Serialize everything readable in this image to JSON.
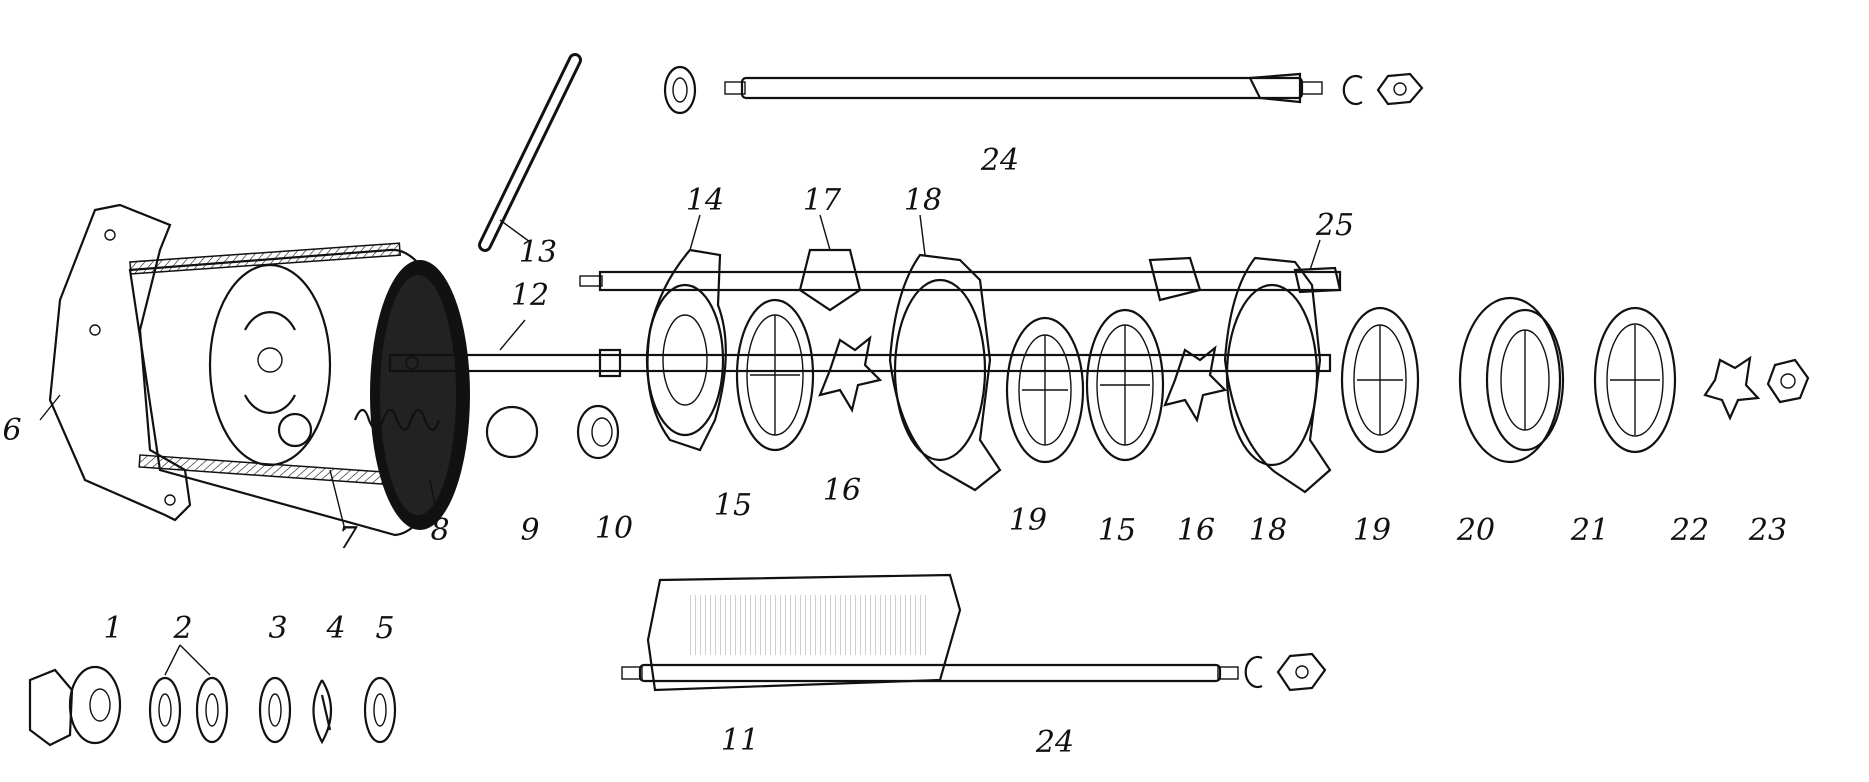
{
  "figure": {
    "type": "exploded-assembly-drawing",
    "ink_color": "#111111",
    "background": "#ffffff"
  },
  "callouts": {
    "c1": "1",
    "c2": "2",
    "c3": "3",
    "c4": "4",
    "c5": "5",
    "c6": "6",
    "c7": "7",
    "c8": "8",
    "c9": "9",
    "c10": "10",
    "c11": "11",
    "c12": "12",
    "c13": "13",
    "c14": "14",
    "c15a": "15",
    "c15b": "15",
    "c16a": "16",
    "c16b": "16",
    "c17": "17",
    "c18a": "18",
    "c18b": "18",
    "c19a": "19",
    "c19b": "19",
    "c20": "20",
    "c21": "21",
    "c22": "22",
    "c23": "23",
    "c24a": "24",
    "c24b": "24",
    "c25": "25"
  }
}
